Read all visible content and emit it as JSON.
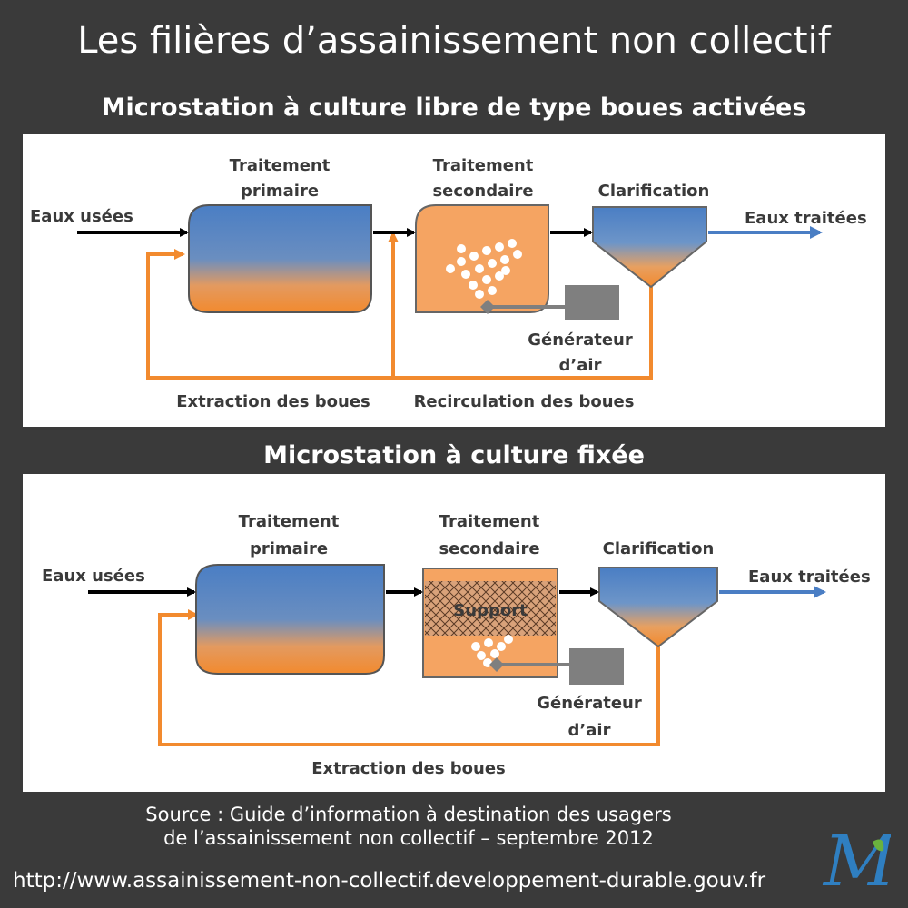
{
  "title": "Les filières d’assainissement non collectif",
  "diagram1": {
    "title": "Microstation à culture libre de type boues activées",
    "label_input": "Eaux usées",
    "label_primary_1": "Traitement",
    "label_primary_2": "primaire",
    "label_secondary_1": "Traitement",
    "label_secondary_2": "secondaire",
    "label_clarification": "Clarification",
    "label_output": "Eaux traitées",
    "label_generator_1": "Générateur",
    "label_generator_2": "d’air",
    "label_extraction": "Extraction des boues",
    "label_recirculation": "Recirculation des boues"
  },
  "diagram2": {
    "title": "Microstation à culture fixée",
    "label_input": "Eaux usées",
    "label_primary_1": "Traitement",
    "label_primary_2": "primaire",
    "label_secondary_1": "Traitement",
    "label_secondary_2": "secondaire",
    "label_support": "Support",
    "label_clarification": "Clarification",
    "label_output": "Eaux traitées",
    "label_generator_1": "Générateur",
    "label_generator_2": "d’air",
    "label_extraction": "Extraction des boues"
  },
  "source_line1": "Source : Guide d’information à destination des usagers",
  "source_line2": "de l’assainissement non collectif – septembre 2012",
  "url": "http://www.assainissement-non-collectif.developpement-durable.gouv.fr",
  "logo_letter": "M",
  "colors": {
    "background": "#3a3a3a",
    "blue": "#4a7ec4",
    "orange": "#f28a2e",
    "box_fill": "#f5a462",
    "generator": "#7f7f7f",
    "logo_blue": "#2f7fc1",
    "logo_green": "#6ab23e"
  }
}
